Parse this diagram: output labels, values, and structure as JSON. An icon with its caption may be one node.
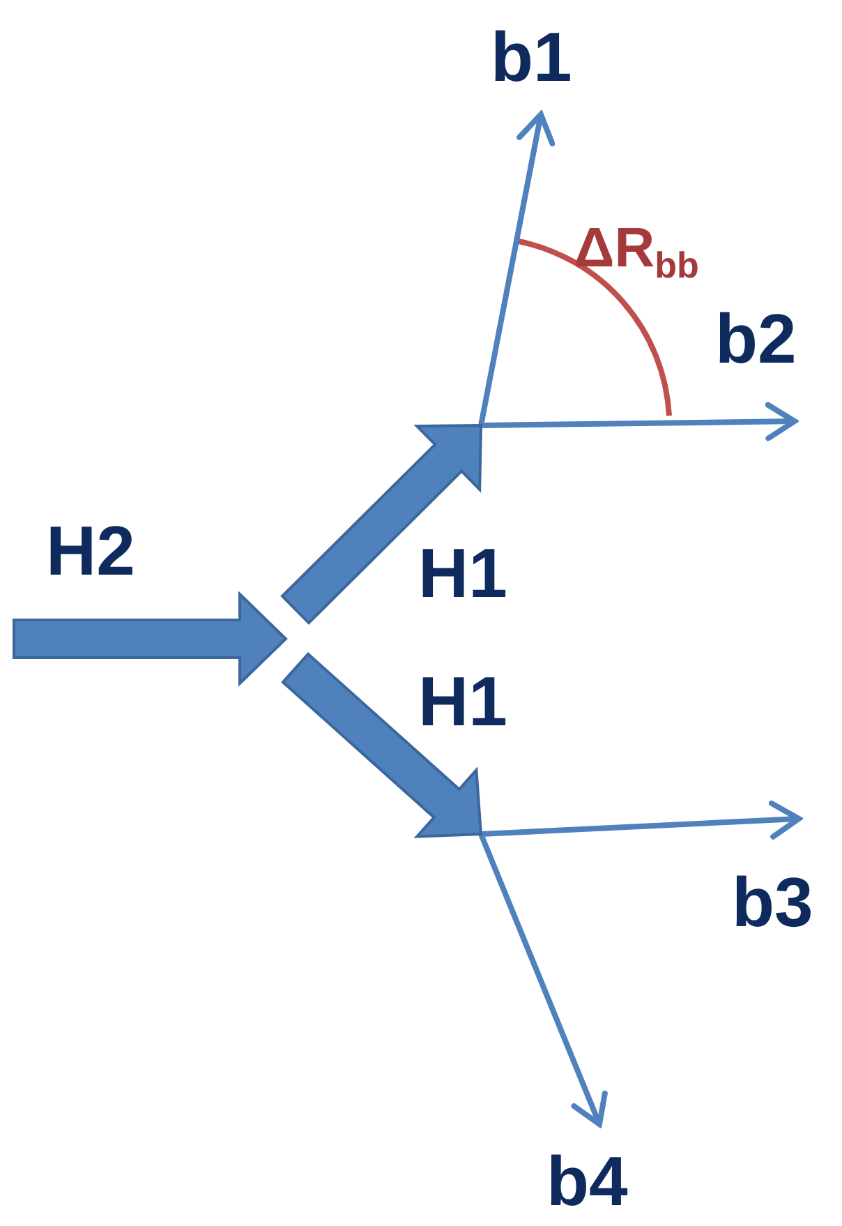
{
  "diagram": {
    "nodes": [
      {
        "text": [
          "H2"
        ]
      },
      {
        "text": [
          "H1"
        ]
      },
      {
        "text": [
          "H1"
        ]
      },
      {
        "text": [
          "b1"
        ]
      },
      {
        "text": [
          "b2"
        ]
      },
      {
        "text": [
          "b3"
        ]
      },
      {
        "text": [
          "b4"
        ]
      }
    ],
    "edges": [
      {
        "from": 1,
        "to": 3,
        "arrow": "to"
      },
      {
        "from": 1,
        "to": 4,
        "arrow": "to"
      },
      {
        "from": 2,
        "to": 5,
        "arrow": "to"
      },
      {
        "from": 2,
        "to": 6,
        "arrow": "to"
      }
    ],
    "labels": [
      "ΔR$_{bb}$"
    ]
  }
}
